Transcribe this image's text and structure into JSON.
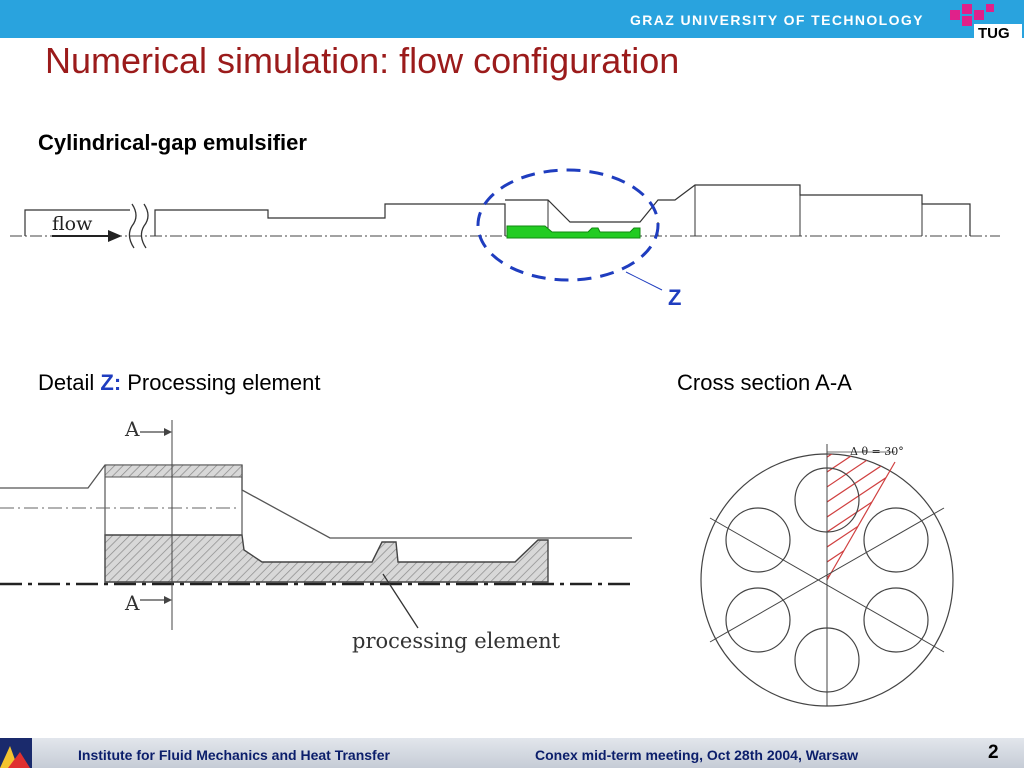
{
  "header": {
    "university": "GRAZ UNIVERSITY OF TECHNOLOGY",
    "logo_text": "TUG"
  },
  "title": "Numerical simulation: flow configuration",
  "subtitle": "Cylindrical-gap emulsifier",
  "overview": {
    "flow_label": "flow",
    "detail_marker": "Z"
  },
  "detail": {
    "prefix": "Detail ",
    "marker": "Z",
    "colon": ":",
    "suffix": " Processing element",
    "section_marker_top": "A",
    "section_marker_bottom": "A",
    "element_label": "processing element"
  },
  "cross_section": {
    "title": "Cross section A-A",
    "angle_label": "Δ θ = 30°"
  },
  "footer": {
    "institute": "Institute for Fluid Mechanics and Heat Transfer",
    "meeting": "Conex mid-term meeting, Oct 28th 2004, Warsaw",
    "page": "2"
  },
  "colors": {
    "header_bar": "#29a3de",
    "title": "#9b1b1b",
    "highlight_green": "#22cc22",
    "marker_blue": "#1f3dbf",
    "hatch_red": "#d04040"
  }
}
